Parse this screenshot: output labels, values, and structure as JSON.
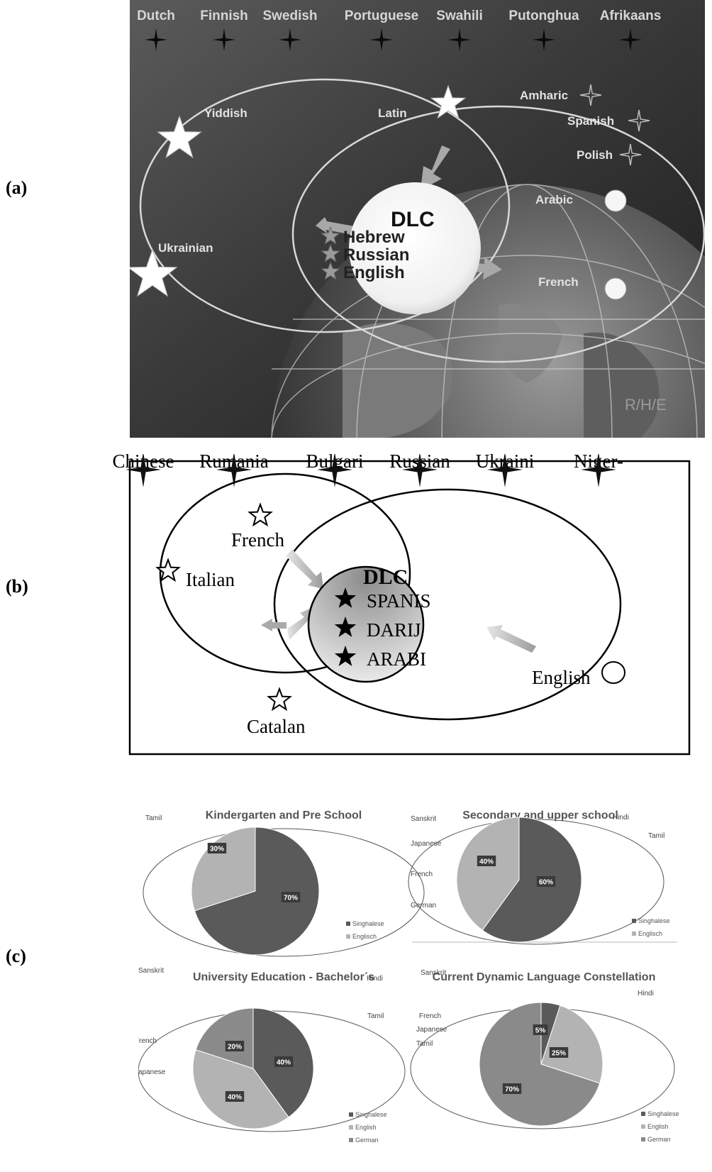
{
  "labels": {
    "a": "(a)",
    "b": "(b)",
    "c": "(c)"
  },
  "panel_a": {
    "top_languages": [
      "Dutch",
      "Finnish",
      "Swedish",
      "Portuguese",
      "Swahili",
      "Putonghua",
      "Afrikaans"
    ],
    "outer_ring": [
      "Yiddish",
      "Latin",
      "Ukrainian"
    ],
    "right_languages": [
      "Amharic",
      "Spanish",
      "Polish"
    ],
    "circle_languages": [
      "Arabic",
      "French"
    ],
    "core_title": "DLC",
    "core_languages": [
      "Hebrew",
      "Russian",
      "English"
    ],
    "corner_text": "R/H/E"
  },
  "panel_b": {
    "top_languages": [
      "Chinese",
      "Rumania",
      "Bulgari",
      "Russian",
      "Ukraini",
      "Niger-"
    ],
    "ring_languages": [
      "French",
      "Italian",
      "Catalan",
      "English"
    ],
    "core_title": "DLC",
    "core_languages": [
      "SPANIS",
      "DARIJ",
      "ARABI"
    ]
  },
  "panel_c": {
    "ring_labels": {
      "kindergarten": [
        "Tamil"
      ],
      "secondary": [
        "Sanskrit",
        "Hindi",
        "Tamil",
        "Japanese",
        "French",
        "German"
      ],
      "university": [
        "Sanskrit",
        "Hindi",
        "Tamil",
        "French",
        "Japanese"
      ],
      "current": [
        "Sanskrit",
        "Hindi",
        "French",
        "Japanese",
        "Tamil"
      ]
    }
  },
  "chart_data": [
    {
      "type": "pie",
      "title": "Kindergarten and Pre School",
      "categories": [
        "Singhalese",
        "Englisch"
      ],
      "values": [
        70,
        30
      ],
      "colors": [
        "#5a5a5a",
        "#b3b3b3"
      ],
      "data_labels": [
        "70%",
        "30%"
      ],
      "legend": "bottom-right"
    },
    {
      "type": "pie",
      "title": "Secondary and upper school",
      "categories": [
        "Singhalese",
        "Englisch"
      ],
      "values": [
        60,
        40
      ],
      "colors": [
        "#5a5a5a",
        "#b3b3b3"
      ],
      "data_labels": [
        "60%",
        "40%"
      ],
      "legend": "bottom-right"
    },
    {
      "type": "pie",
      "title": "University Education - Bachelor´s",
      "categories": [
        "Singhalese",
        "English",
        "German"
      ],
      "values": [
        40,
        40,
        20
      ],
      "colors": [
        "#5a5a5a",
        "#b3b3b3",
        "#8a8a8a"
      ],
      "data_labels": [
        "40%",
        "40%",
        "20%"
      ],
      "legend": "bottom-right"
    },
    {
      "type": "pie",
      "title": "Current Dynamic Language Constellation",
      "categories": [
        "Singhalese",
        "English",
        "German"
      ],
      "values": [
        5,
        25,
        70
      ],
      "colors": [
        "#5a5a5a",
        "#b3b3b3",
        "#8a8a8a"
      ],
      "data_labels": [
        "5%",
        "25%",
        "70%"
      ],
      "legend": "bottom-right"
    }
  ]
}
